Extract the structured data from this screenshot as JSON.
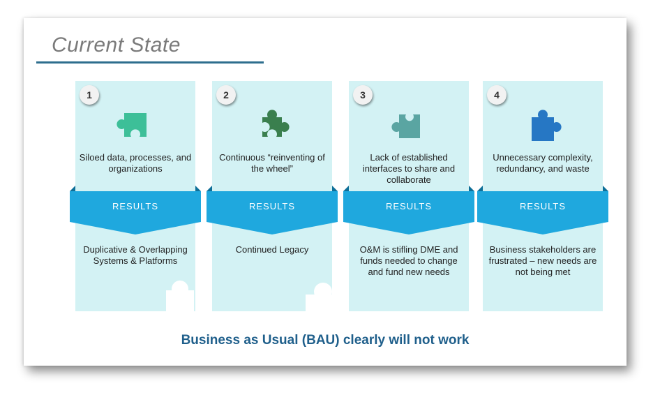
{
  "title": "Current State",
  "columns": [
    {
      "number": "1",
      "description": "Siloed data, processes, and organizations",
      "banner": "RESULTS",
      "result": "Duplicative & Overlapping Systems & Platforms",
      "icon": "puzzle-piece-icon",
      "color": "#3dbf98"
    },
    {
      "number": "2",
      "description": "Continuous “reinventing of the wheel”",
      "banner": "RESULTS",
      "result": "Continued Legacy",
      "icon": "puzzle-piece-icon",
      "color": "#3a7f4e"
    },
    {
      "number": "3",
      "description": "Lack of established interfaces to share and collaborate",
      "banner": "RESULTS",
      "result": "O&M is stifling DME and funds needed to change and fund new needs",
      "icon": "puzzle-piece-icon",
      "color": "#5aa5a2"
    },
    {
      "number": "4",
      "description": "Unnecessary complexity, redundancy, and waste",
      "banner": "RESULTS",
      "result": "Business stakeholders are frustrated – new needs are not being met",
      "icon": "puzzle-piece-icon",
      "color": "#2677c4"
    }
  ],
  "footer": "Business as Usual (BAU) clearly will not work",
  "colors": {
    "banner": "#1fa8de",
    "banner_dark": "#0e6f98",
    "panel": "#d3f2f4",
    "title_rule": "#2e6e8e",
    "footer": "#1f5f8b"
  }
}
